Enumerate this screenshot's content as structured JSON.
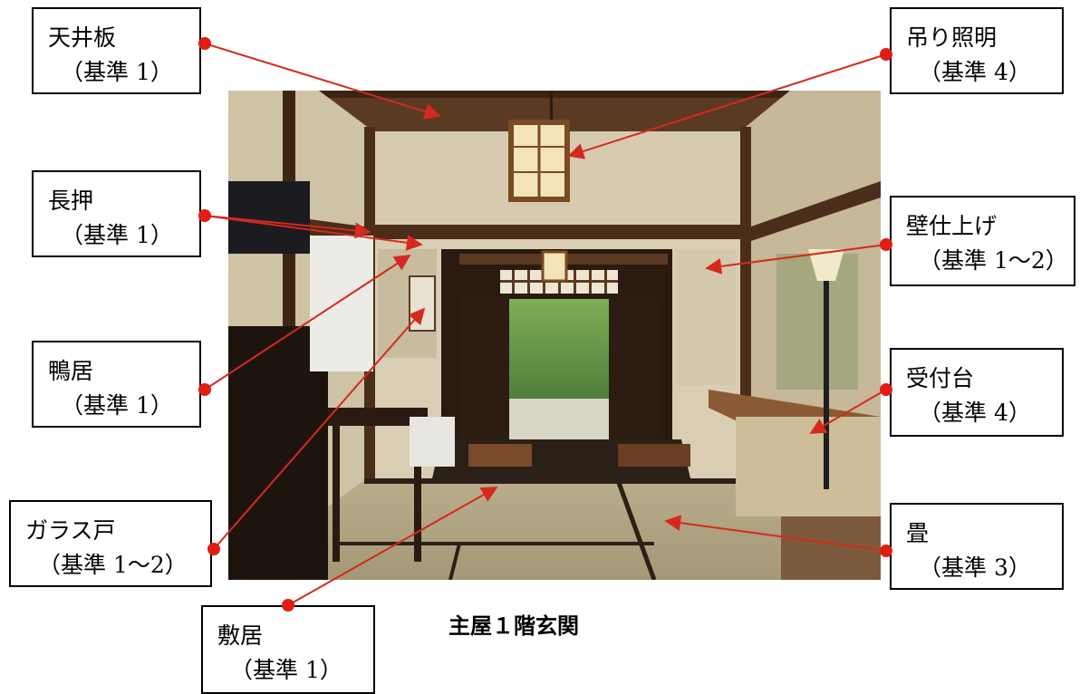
{
  "caption": "主屋１階玄関",
  "labels": [
    {
      "key": "tenjoita",
      "name": "天井板",
      "criterion": "（基準 1）"
    },
    {
      "key": "nageshi",
      "name": "長押",
      "criterion": "（基準 1）"
    },
    {
      "key": "kamoi",
      "name": "鴨居",
      "criterion": "（基準 1）"
    },
    {
      "key": "garasudo",
      "name": "ガラス戸",
      "criterion": "（基準 1～2）"
    },
    {
      "key": "shikii",
      "name": "敷居",
      "criterion": "（基準 1）"
    },
    {
      "key": "tsurishomei",
      "name": "吊り照明",
      "criterion": "（基準 4）"
    },
    {
      "key": "kabeshiage",
      "name": "壁仕上げ",
      "criterion": "（基準 1～2）"
    },
    {
      "key": "uketsukedai",
      "name": "受付台",
      "criterion": "（基準 4）"
    },
    {
      "key": "tatami",
      "name": "畳",
      "criterion": "（基準 3）"
    }
  ],
  "colors": {
    "leader_line": "#d42a1e",
    "marker": "#e01e14"
  }
}
